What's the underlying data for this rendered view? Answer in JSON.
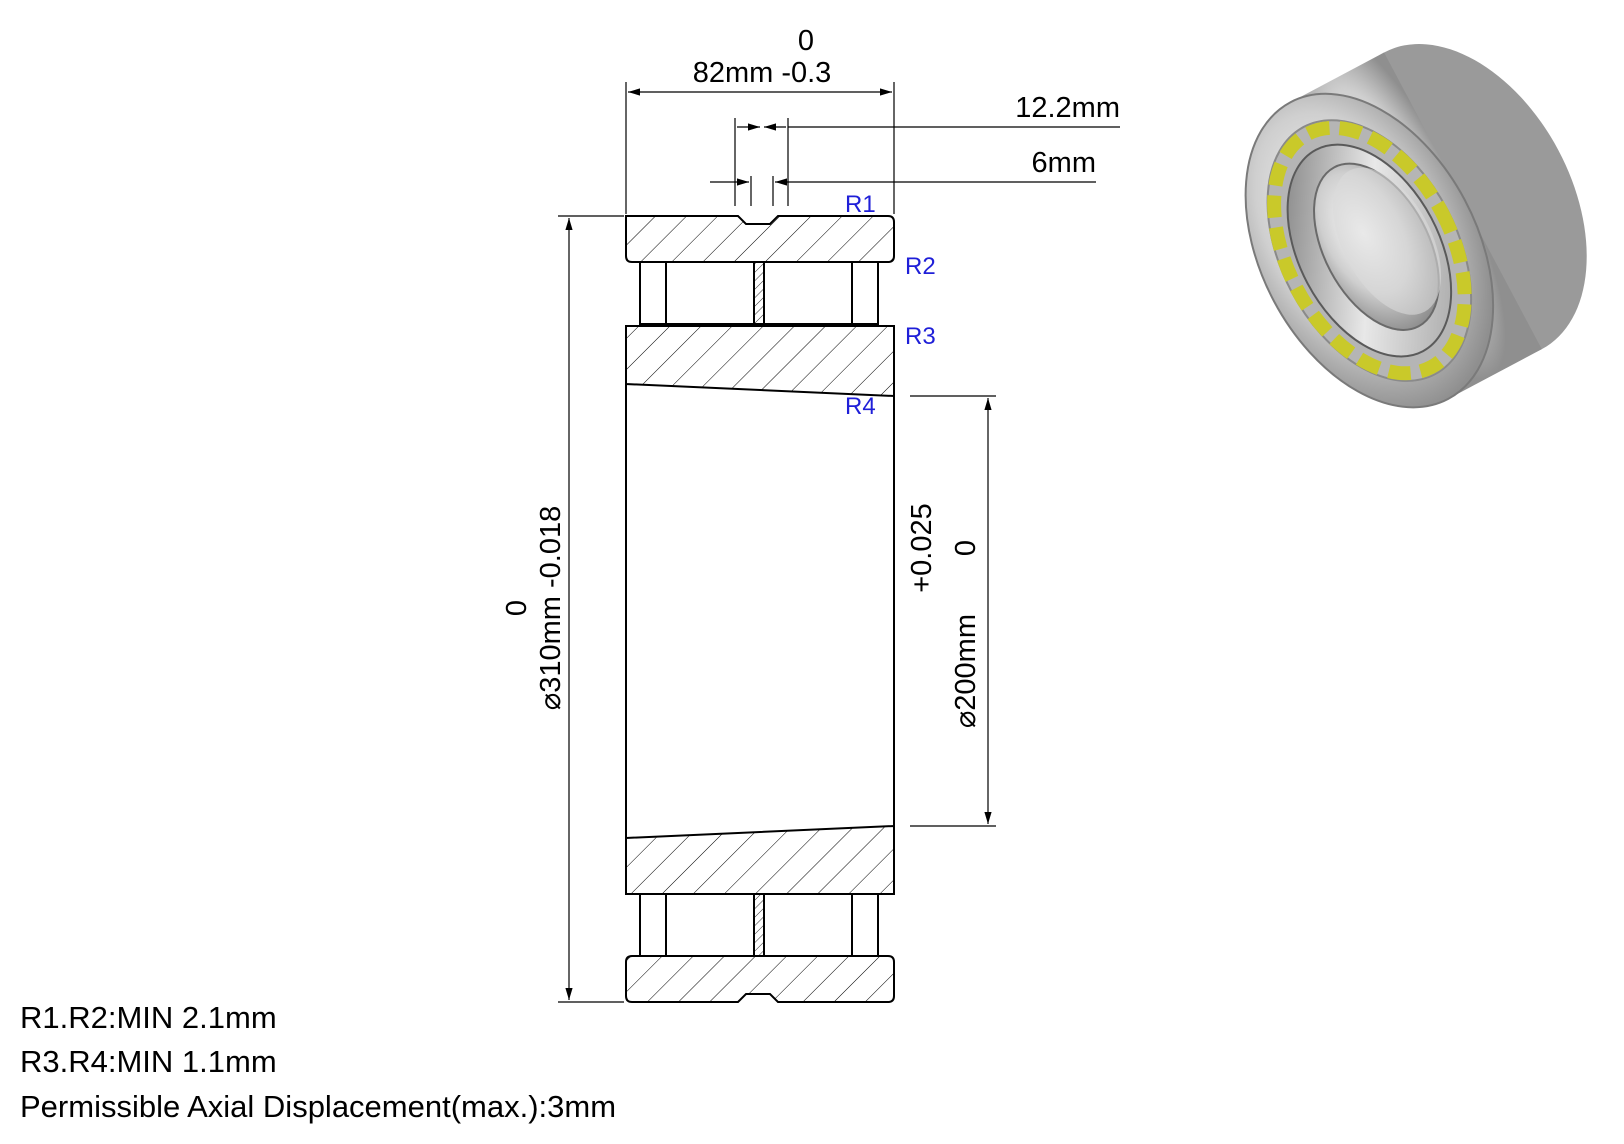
{
  "colors": {
    "line": "#000000",
    "radius_label": "#1f1fd8",
    "cage": "#c9c92a",
    "steel": "#c8c8c8"
  },
  "dimensions": {
    "width": {
      "top": "0",
      "bottom": "82mm -0.3"
    },
    "groove_width": "12.2mm",
    "groove_offset": "6mm",
    "outer_diameter": {
      "main": "310mm -0.018",
      "top": "0",
      "symbol": "⌀"
    },
    "bore_diameter": {
      "main": "200mm",
      "tol_upper": "+0.025",
      "tol_lower": "0",
      "symbol": "⌀"
    }
  },
  "radius_labels": [
    "R1",
    "R2",
    "R3",
    "R4"
  ],
  "notes": [
    "R1.R2:MIN 2.1mm",
    "R3.R4:MIN 1.1mm",
    "Permissible Axial Displacement(max.):3mm"
  ],
  "render_icon": "bearing-3d-render-icon"
}
